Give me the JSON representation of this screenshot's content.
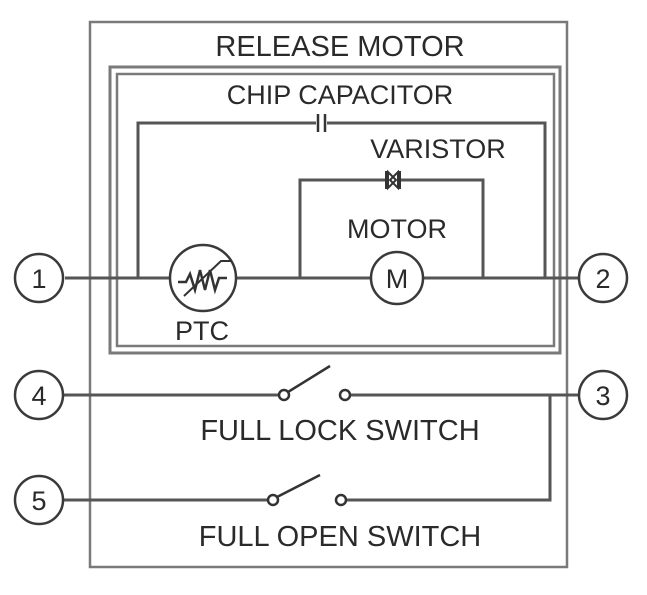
{
  "diagram": {
    "title": "RELEASE MOTOR",
    "chip_capacitor_label": "CHIP CAPACITOR",
    "varistor_label": "VARISTOR",
    "motor_label": "MOTOR",
    "motor_symbol": "M",
    "ptc_label": "PTC",
    "full_lock_switch_label": "FULL LOCK SWITCH",
    "full_open_switch_label": "FULL OPEN SWITCH",
    "terminals": {
      "t1": "1",
      "t2": "2",
      "t3": "3",
      "t4": "4",
      "t5": "5"
    },
    "colors": {
      "line": "#555555",
      "frame": "#7a7a7a",
      "text": "#2a2a2a"
    }
  }
}
